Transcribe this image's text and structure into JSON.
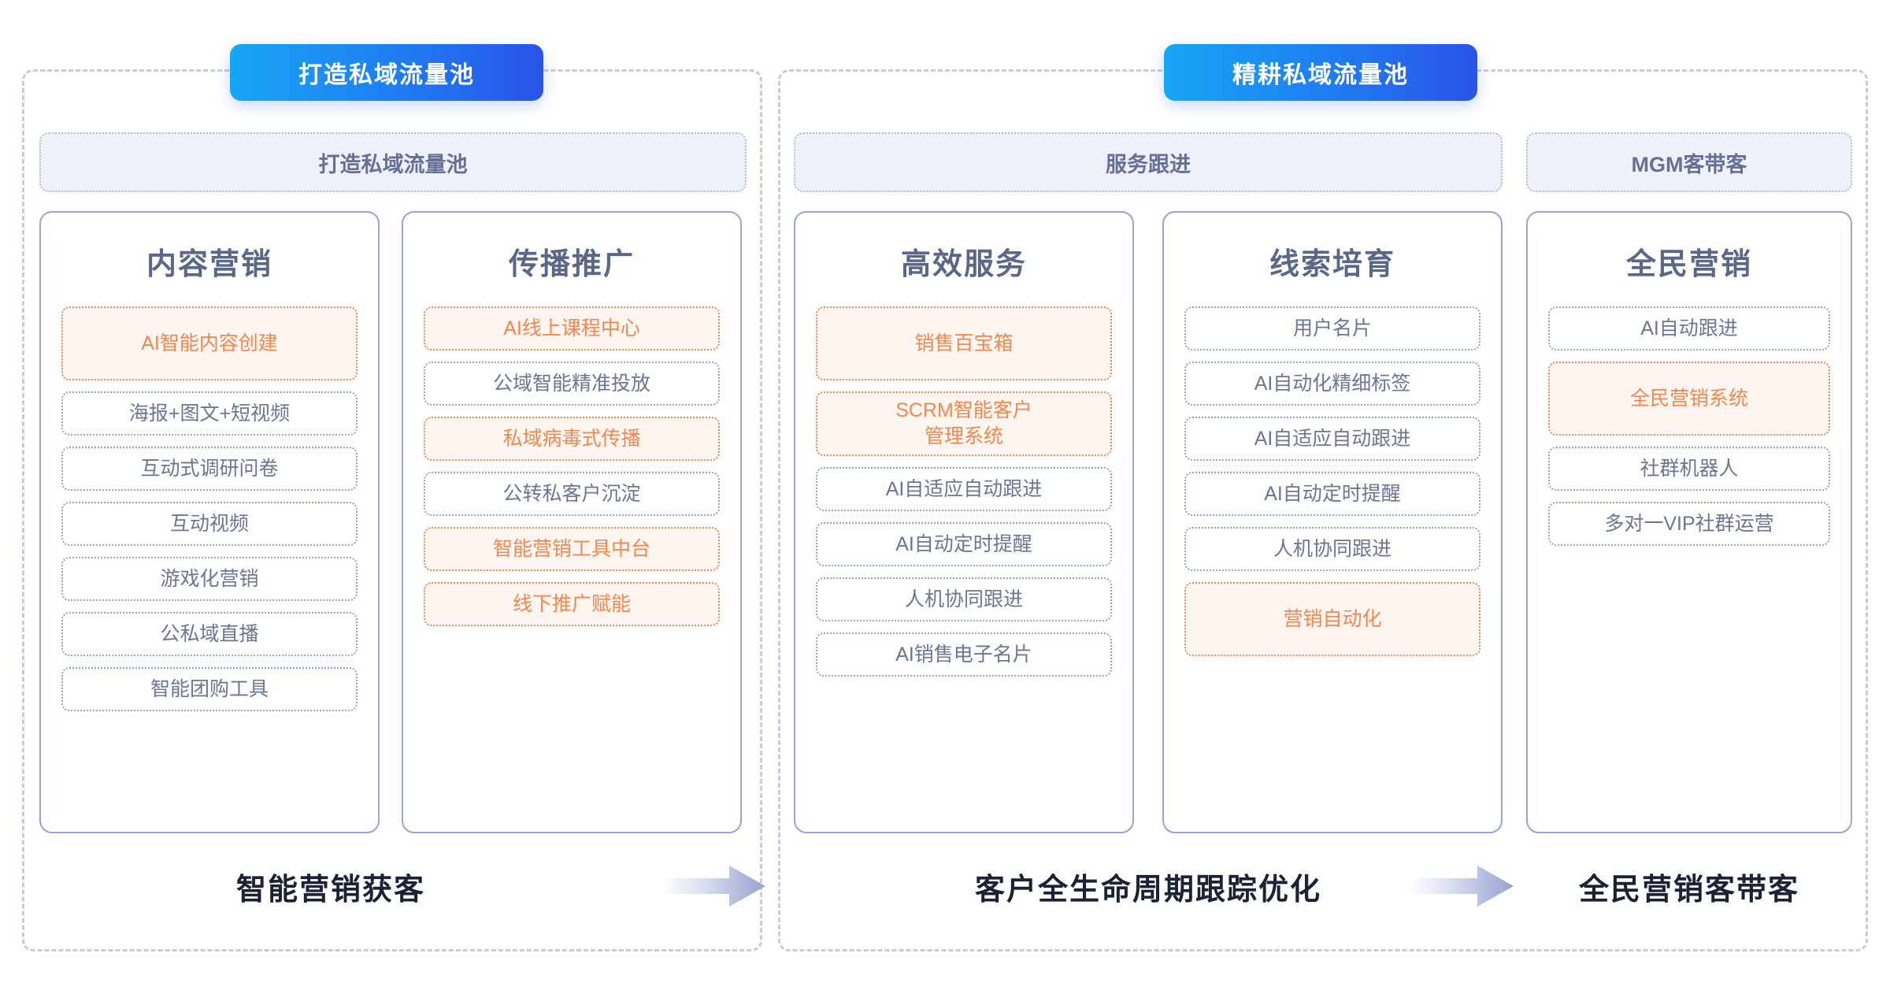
{
  "stages": [
    {
      "badge": "打造私域流量池"
    },
    {
      "badge": "精耕私域流量池"
    }
  ],
  "group_headers": [
    {
      "label": "打造私域流量池"
    },
    {
      "label": "服务跟进"
    },
    {
      "label": "MGM客带客"
    }
  ],
  "columns": [
    {
      "title": "内容营销",
      "items": [
        {
          "label": "AI智能内容创建",
          "accent": true,
          "size": "lg"
        },
        {
          "label": "海报+图文+短视频",
          "accent": false,
          "size": "sm"
        },
        {
          "label": "互动式调研问卷",
          "accent": false,
          "size": "sm"
        },
        {
          "label": "互动视频",
          "accent": false,
          "size": "sm"
        },
        {
          "label": "游戏化营销",
          "accent": false,
          "size": "sm"
        },
        {
          "label": "公私域直播",
          "accent": false,
          "size": "sm"
        },
        {
          "label": "智能团购工具",
          "accent": false,
          "size": "sm"
        }
      ]
    },
    {
      "title": "传播推广",
      "items": [
        {
          "label": "AI线上课程中心",
          "accent": true,
          "size": "sm"
        },
        {
          "label": "公域智能精准投放",
          "accent": false,
          "size": "sm"
        },
        {
          "label": "私域病毒式传播",
          "accent": true,
          "size": "sm"
        },
        {
          "label": "公转私客户沉淀",
          "accent": false,
          "size": "sm"
        },
        {
          "label": "智能营销工具中台",
          "accent": true,
          "size": "sm"
        },
        {
          "label": "线下推广赋能",
          "accent": true,
          "size": "sm"
        }
      ]
    },
    {
      "title": "高效服务",
      "items": [
        {
          "label": "销售百宝箱",
          "accent": true,
          "size": "lg"
        },
        {
          "label": "SCRM智能客户\n管理系统",
          "accent": true,
          "size": "md2"
        },
        {
          "label": "AI自适应自动跟进",
          "accent": false,
          "size": "sm"
        },
        {
          "label": "AI自动定时提醒",
          "accent": false,
          "size": "sm"
        },
        {
          "label": "人机协同跟进",
          "accent": false,
          "size": "sm"
        },
        {
          "label": "AI销售电子名片",
          "accent": false,
          "size": "sm"
        }
      ]
    },
    {
      "title": "线索培育",
      "items": [
        {
          "label": "用户名片",
          "accent": false,
          "size": "sm"
        },
        {
          "label": "AI自动化精细标签",
          "accent": false,
          "size": "sm"
        },
        {
          "label": "AI自适应自动跟进",
          "accent": false,
          "size": "sm"
        },
        {
          "label": "AI自动定时提醒",
          "accent": false,
          "size": "sm"
        },
        {
          "label": "人机协同跟进",
          "accent": false,
          "size": "sm"
        },
        {
          "label": "营销自动化",
          "accent": true,
          "size": "lg"
        }
      ]
    },
    {
      "title": "全民营销",
      "items": [
        {
          "label": "AI自动跟进",
          "accent": false,
          "size": "sm"
        },
        {
          "label": "全民营销系统",
          "accent": true,
          "size": "lg"
        },
        {
          "label": "社群机器人",
          "accent": false,
          "size": "sm"
        },
        {
          "label": "多对一VIP社群运营",
          "accent": false,
          "size": "sm"
        }
      ]
    }
  ],
  "captions": [
    {
      "label": "智能营销获客"
    },
    {
      "label": "客户全生命周期跟踪优化"
    },
    {
      "label": "全民营销客带客"
    }
  ],
  "colors": {
    "badge_gradient_start": "#17a6f5",
    "badge_gradient_end": "#2a53e8",
    "accent_orange": "#f4874f",
    "accent_orange_bg": "#fdf5f0",
    "accent_orange_border": "#f08a5d",
    "slate_text": "#6a7693",
    "card_border": "#98a5d3",
    "header_chip_bg": "#eef1f8",
    "header_chip_text": "#667096",
    "panel_dash": "#c9ccd6",
    "caption_text": "#1c2135"
  },
  "icons": {
    "flow_arrow": "right-arrow-icon"
  }
}
